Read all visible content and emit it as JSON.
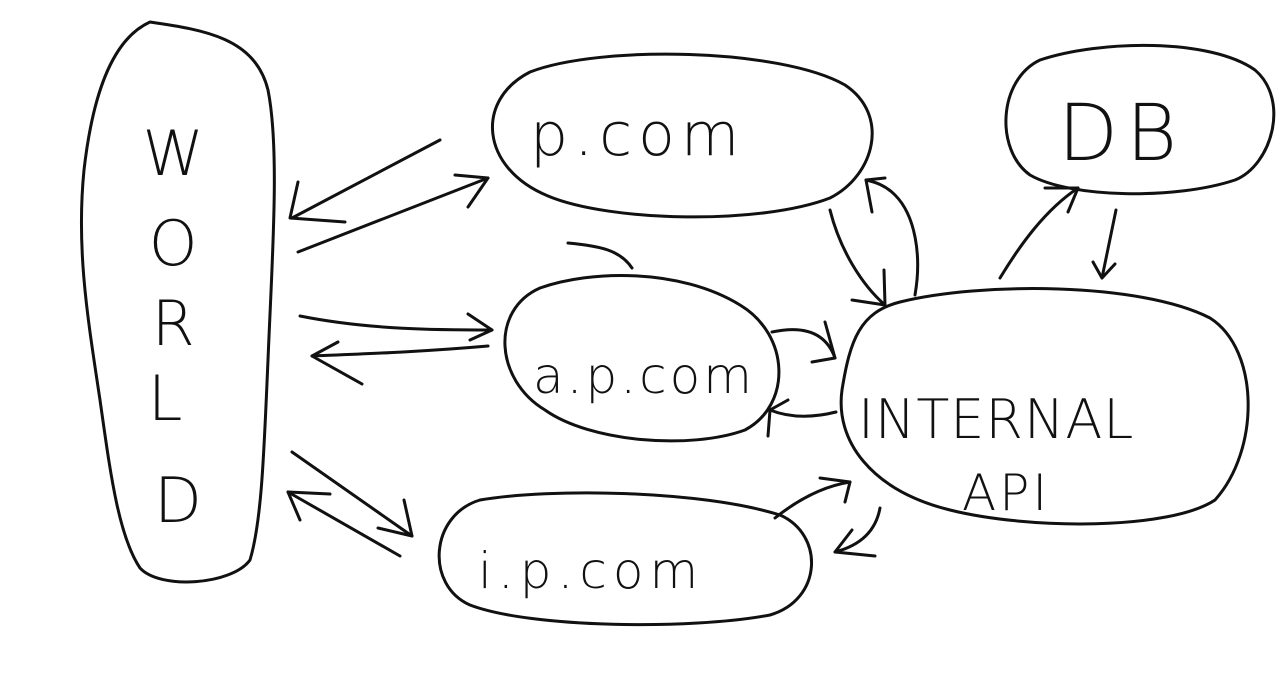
{
  "diagram": {
    "nodes": {
      "world": {
        "label": "WORLD"
      },
      "p_com": {
        "label": "p.com"
      },
      "a_p_com": {
        "label": "a.p.com"
      },
      "i_p_com": {
        "label": "i.p.com"
      },
      "db": {
        "label": "DB"
      },
      "internal_api": {
        "label_line1": "INTERNAL",
        "label_line2": "API"
      }
    },
    "edges": [
      {
        "from": "world",
        "to": "p_com"
      },
      {
        "from": "p_com",
        "to": "world"
      },
      {
        "from": "world",
        "to": "a_p_com"
      },
      {
        "from": "a_p_com",
        "to": "world"
      },
      {
        "from": "world",
        "to": "i_p_com"
      },
      {
        "from": "i_p_com",
        "to": "world"
      },
      {
        "from": "p_com",
        "to": "internal_api"
      },
      {
        "from": "internal_api",
        "to": "p_com"
      },
      {
        "from": "a_p_com",
        "to": "internal_api"
      },
      {
        "from": "internal_api",
        "to": "a_p_com"
      },
      {
        "from": "i_p_com",
        "to": "internal_api"
      },
      {
        "from": "internal_api",
        "to": "i_p_com"
      },
      {
        "from": "internal_api",
        "to": "db"
      },
      {
        "from": "db",
        "to": "internal_api"
      }
    ]
  }
}
